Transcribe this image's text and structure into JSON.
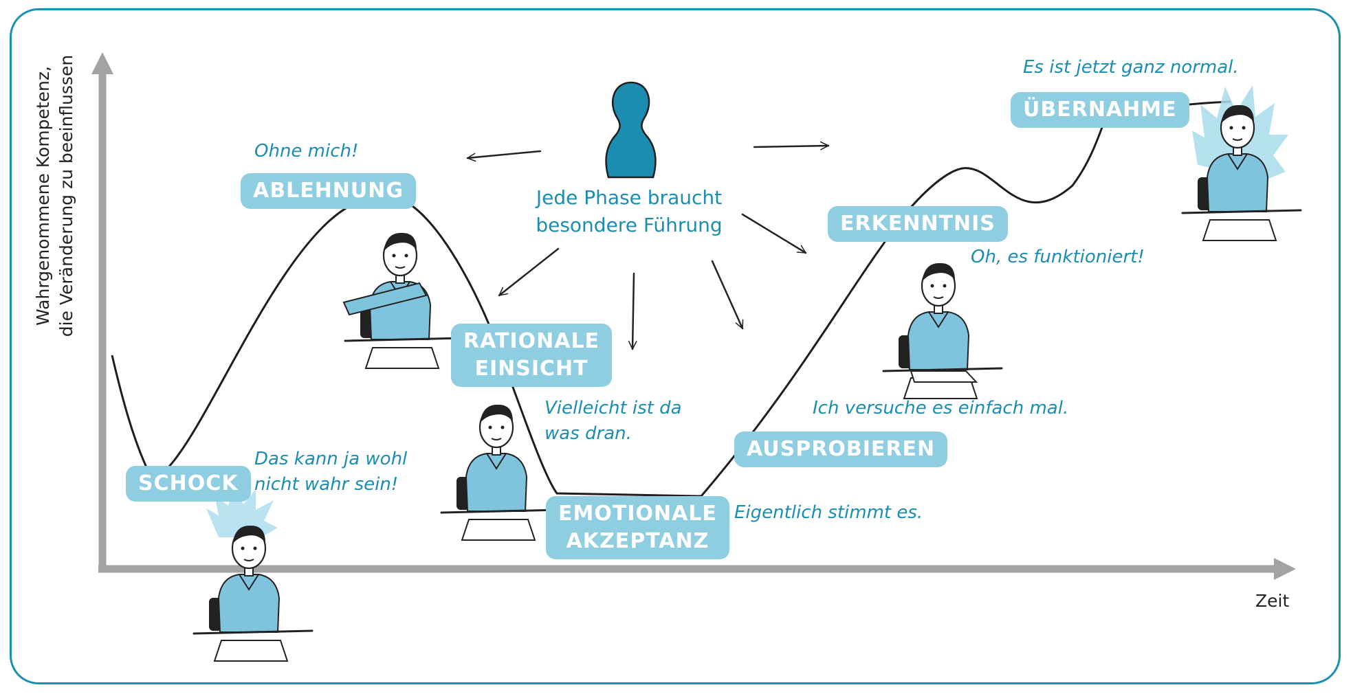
{
  "axes": {
    "y_label": "Wahrgenommene Kompetenz,\ndie Veränderung zu beeinflussen",
    "x_label": "Zeit"
  },
  "center": {
    "text": "Jede Phase braucht\nbesondere Führung",
    "icon": "pawn-icon"
  },
  "phases": [
    {
      "label": "SCHOCK",
      "quote": "Das kann ja wohl\nnicht wahr sein!"
    },
    {
      "label": "ABLEHNUNG",
      "quote": "Ohne mich!"
    },
    {
      "label": "RATIONALE\nEINSICHT",
      "quote": "Vielleicht ist da\nwas dran."
    },
    {
      "label": "EMOTIONALE\nAKZEPTANZ",
      "quote": "Eigentlich stimmt es."
    },
    {
      "label": "AUSPROBIEREN",
      "quote": "Ich versuche es einfach mal."
    },
    {
      "label": "ERKENNTNIS",
      "quote": "Oh, es funktioniert!"
    },
    {
      "label": "ÜBERNAHME",
      "quote": "Es ist jetzt ganz normal."
    }
  ],
  "colors": {
    "accent": "#1b8db0",
    "label_bg": "#8fcde0",
    "person": "#7fc4dc",
    "axis": "#a3a3a3"
  }
}
